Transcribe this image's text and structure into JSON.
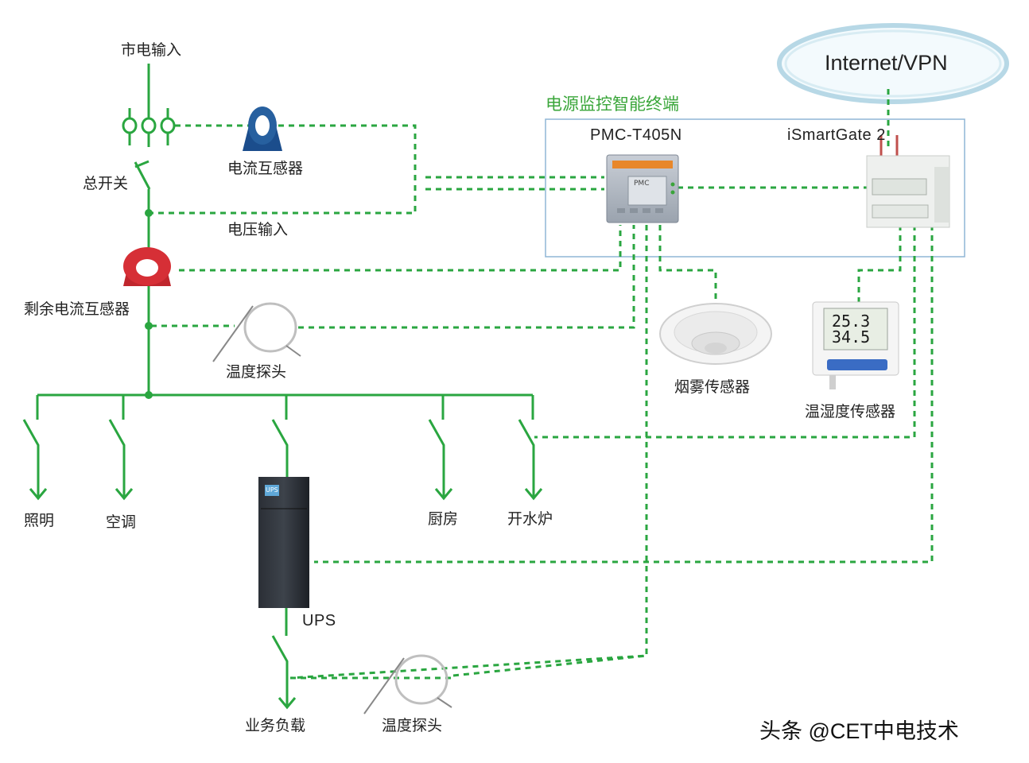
{
  "title": "电源监控智能终端",
  "cloud": "Internet/VPN",
  "devices": {
    "pmc": "PMC-T405N",
    "gateway": "iSmartGate 2",
    "pmc_small": "PMC",
    "temp_hum_1": "25.3",
    "temp_hum_2": "34.5",
    "ups_small": "UPS"
  },
  "labels": {
    "mains_input": "市电输入",
    "ct": "电流互感器",
    "main_switch": "总开关",
    "voltage_input": "电压输入",
    "residual_ct": "剩余电流互感器",
    "temp_probe_1": "温度探头",
    "smoke_sensor": "烟雾传感器",
    "th_sensor": "温湿度传感器",
    "lighting": "照明",
    "ac": "空调",
    "kitchen": "厨房",
    "boiler": "开水炉",
    "ups": "UPS",
    "business_load": "业务负载",
    "temp_probe_2": "温度探头"
  },
  "watermark": "头条 @CET中电技术",
  "colors": {
    "wire": "#2aa640",
    "dashed": "#2aa640",
    "box": "#8fb6d6",
    "cloud": "#a8d0e0"
  }
}
